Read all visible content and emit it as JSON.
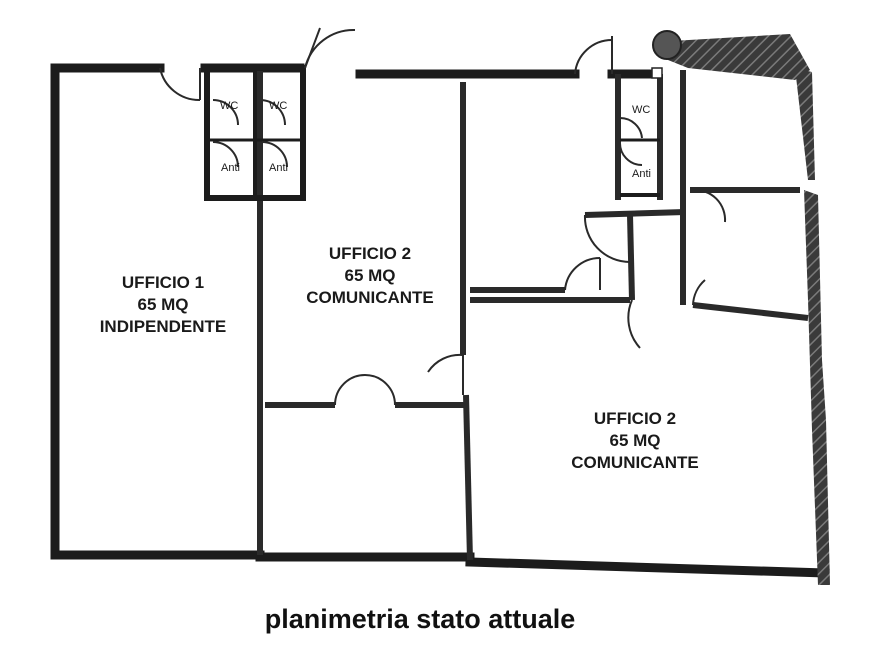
{
  "rooms": [
    {
      "name": "UFFICIO 1",
      "area": "65 MQ",
      "note": "INDIPENDENTE"
    },
    {
      "name": "UFFICIO 2",
      "area": "65 MQ",
      "note": "COMUNICANTE"
    },
    {
      "name": "UFFICIO 2",
      "area": "65 MQ",
      "note": "COMUNICANTE"
    }
  ],
  "wc_labels": [
    "WC",
    "WC",
    "WC"
  ],
  "anti_labels": [
    "Anti",
    "Anti",
    "Anti"
  ],
  "caption": "planimetria stato attuale"
}
